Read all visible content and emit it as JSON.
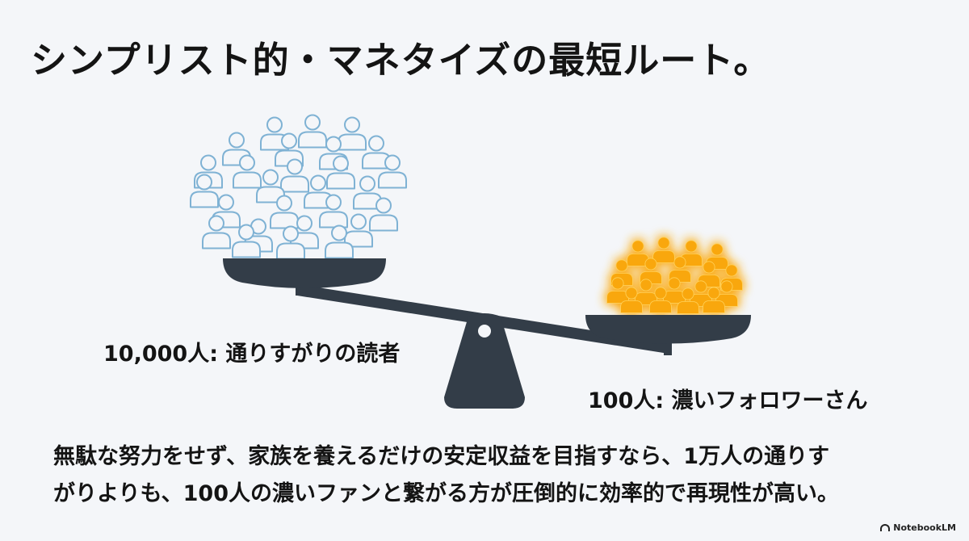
{
  "title": "シンプリスト的・マネタイズの最短ルート。",
  "left_label": "10,000人: 通りすがりの読者",
  "right_label": "100人: 濃いフォロワーさん",
  "summary_lines": [
    "無駄な努力をせず、家族を養えるだけの安定収益を目指すなら、1万人の通りす",
    "がりよりも、100人の濃いファンと繋がる方が圧倒的に効率的で再現性が高い。"
  ],
  "brand": "NotebookLM",
  "colors": {
    "scale": "#333d48",
    "outline_person": "#7fb2d4",
    "gold_person": "#f9a70f",
    "glow": "#ffd25a"
  },
  "icons": {
    "left_crowd": "person-outline-icon",
    "right_crowd": "person-filled-icon",
    "brand": "notebooklm-logo-icon"
  }
}
